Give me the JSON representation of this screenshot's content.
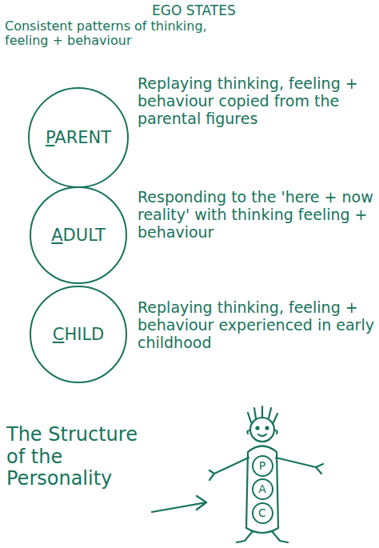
{
  "diagram": {
    "title": "EGO STATES",
    "nodes": [
      {
        "text": [
          "PARENT"
        ]
      },
      {
        "text": [
          "ADULT"
        ]
      },
      {
        "text": [
          "CHILD"
        ]
      },
      {
        "text": [
          "P"
        ]
      },
      {
        "text": [
          "A"
        ]
      },
      {
        "text": [
          "C"
        ]
      }
    ],
    "labels": [
      "Consistent patterns of thinking, feeling + behaviour",
      "Replaying thinking, feeling + behaviour copied from the parental figures",
      "Responding to the 'here + now reality' with thinking feeling + behaviour",
      "Replaying thinking, feeling + behaviour experienced in early childhood",
      "The Structure of the Personality"
    ]
  }
}
